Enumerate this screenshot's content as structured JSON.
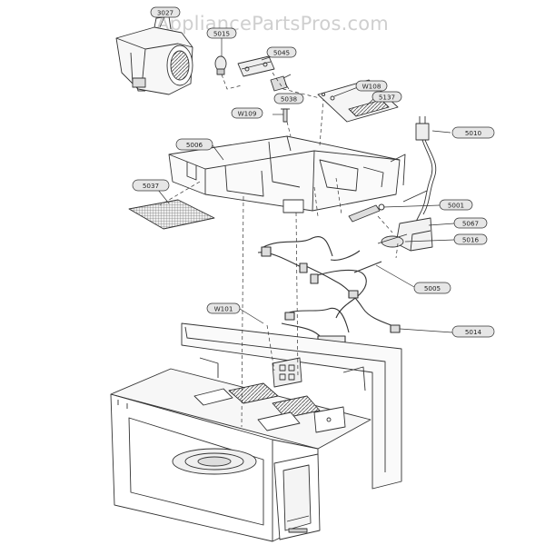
{
  "watermark": "AppliancePartsPros.com",
  "parts": {
    "p3027": "3027",
    "p5015": "5015",
    "p5045": "5045",
    "w108": "W108",
    "p5038": "5038",
    "p5137": "5137",
    "w109": "W109",
    "p5010": "5010",
    "p5006": "5006",
    "p5037": "5037",
    "p5001": "5001",
    "p5067": "5067",
    "p5016": "5016",
    "p5005": "5005",
    "w101": "W101",
    "p5014": "5014"
  },
  "colors": {
    "line": "#333333",
    "label_bg": "#e6e6e6",
    "label_border": "#333333"
  }
}
